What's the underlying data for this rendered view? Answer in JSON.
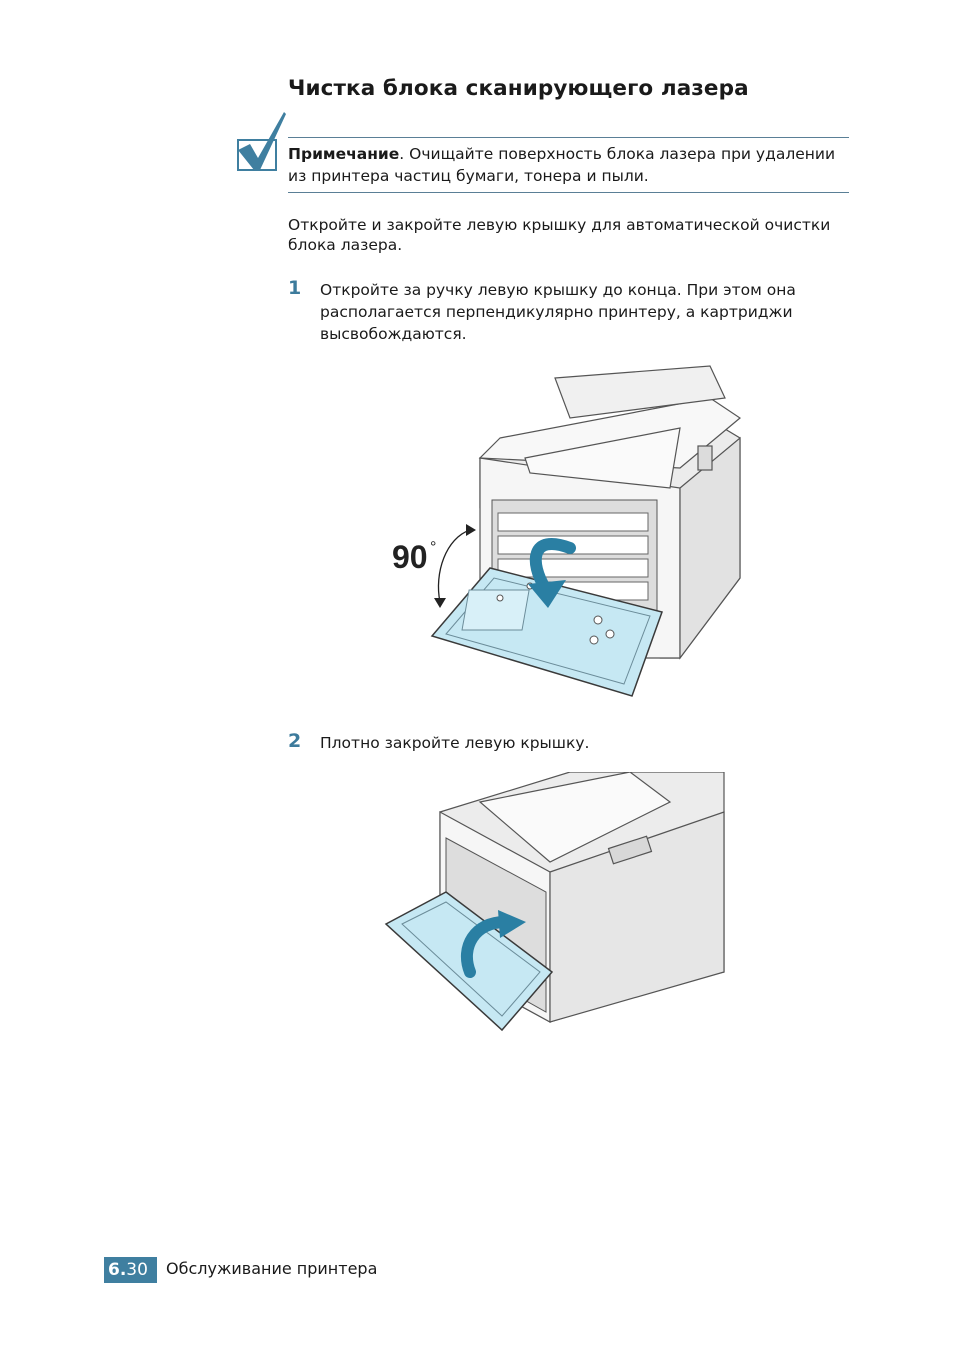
{
  "title": "Чистка блока сканирующего лазера",
  "note": {
    "label": "Примечание",
    "text": ". Очищайте поверхность блока лазера при удалении из принтера частиц бумаги, тонера и пыли."
  },
  "intro": "Откройте и закройте левую крышку для автоматической очистки блока лазера.",
  "steps": [
    {
      "number": "1",
      "text": "Откройте за ручку левую крышку до конца. При этом она располагается перпендикулярно принтеру, а картриджи высвобождаются."
    },
    {
      "number": "2",
      "text": "Плотно закройте левую крышку."
    }
  ],
  "figure1": {
    "angle_label": "90",
    "degree_mark": "°"
  },
  "colors": {
    "accent": "#3f7fa0",
    "door_fill": "#c6e8f3",
    "arrow": "#2a7fa3"
  },
  "footer": {
    "chapter": "6.",
    "page": "30",
    "section": "Обслуживание принтера"
  }
}
